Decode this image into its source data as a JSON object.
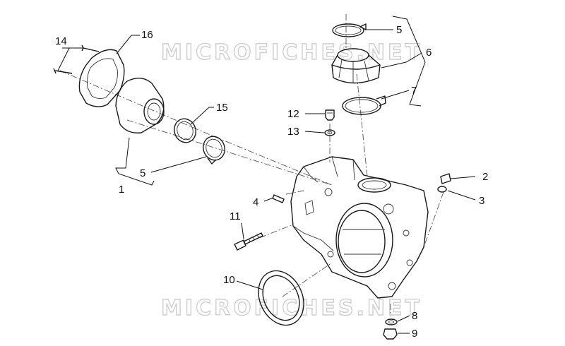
{
  "watermarks": [
    "MICROFICHES.NET",
    "MICROFICHES.NET"
  ],
  "callouts": {
    "c1": "1",
    "c2": "2",
    "c3": "3",
    "c4": "4",
    "c5a": "5",
    "c5b": "5",
    "c6": "6",
    "c7": "7",
    "c8": "8",
    "c9": "9",
    "c10": "10",
    "c11": "11",
    "c12": "12",
    "c13": "13",
    "c14": "14",
    "c15": "15",
    "c16": "16"
  }
}
